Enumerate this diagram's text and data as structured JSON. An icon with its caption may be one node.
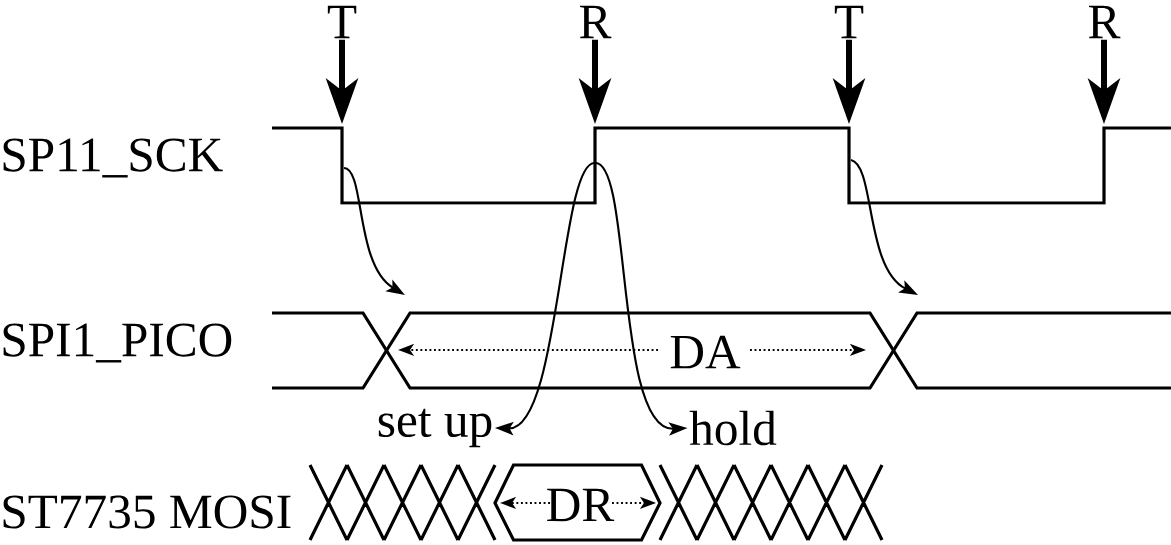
{
  "diagram": {
    "nodes": [
      {
        "text": [
          "T"
        ]
      },
      {
        "text": [
          "R"
        ]
      },
      {
        "text": [
          "T"
        ]
      },
      {
        "text": [
          "R"
        ]
      },
      {
        "text": [
          "set up"
        ]
      },
      {
        "text": [
          "hold"
        ]
      }
    ],
    "edges": [
      {
        "from": 0,
        "to": null,
        "arrow": "to"
      },
      {
        "from": 1,
        "to": null,
        "arrow": "to"
      },
      {
        "from": 2,
        "to": null,
        "arrow": "to"
      },
      {
        "from": 3,
        "to": null,
        "arrow": "to"
      },
      {
        "from": null,
        "to": 4,
        "arrow": "to"
      },
      {
        "from": null,
        "to": 5,
        "arrow": "to"
      }
    ],
    "labels": [
      "SP11_SCK",
      "SPI1_PICO",
      "ST7735 MOSI",
      "DA",
      "DR"
    ]
  }
}
